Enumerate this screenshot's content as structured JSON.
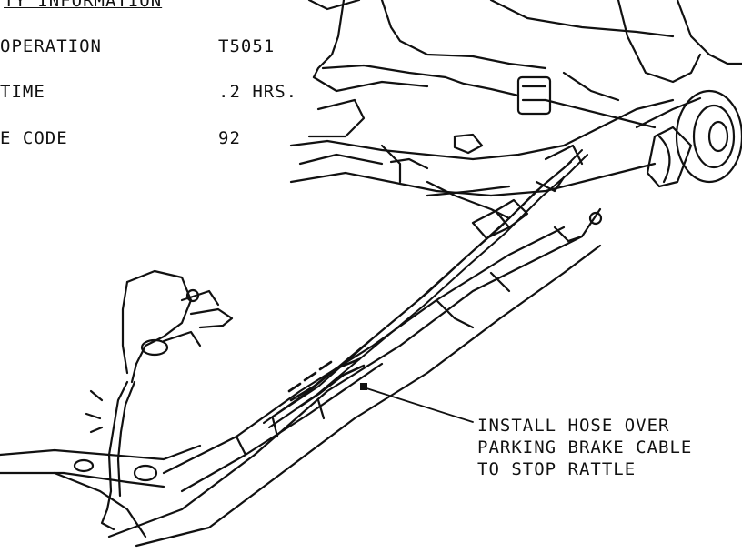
{
  "info": {
    "heading": "TY INFORMATION",
    "rows": [
      {
        "label": "OPERATION",
        "value": "T5051"
      },
      {
        "label": "TIME",
        "value": ".2 HRS."
      },
      {
        "label": "E CODE",
        "value": "92"
      }
    ]
  },
  "callout": {
    "lines": [
      "INSTALL HOSE OVER",
      "PARKING BRAKE CABLE",
      "TO STOP RATTLE"
    ]
  },
  "colors": {
    "ink": "#111111",
    "paper": "#ffffff"
  }
}
